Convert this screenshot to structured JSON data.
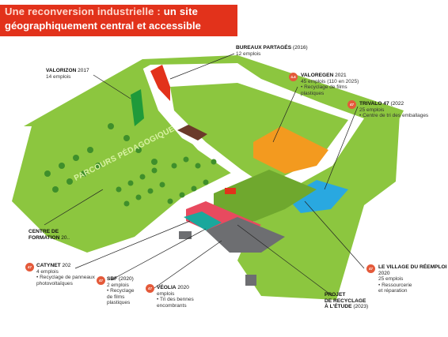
{
  "header": {
    "line1_prefix": "Une reconversion industrielle :",
    "line1_suffix": "un site",
    "line2": "géographiquement central et accessible"
  },
  "map": {
    "parcours_label": "PARCOURS PÉDAGOGIQUE"
  },
  "labels": {
    "valorizon": {
      "title": "VALORIZON",
      "year": "2017",
      "sub": "14 emplois"
    },
    "bureaux": {
      "title": "BUREAUX PARTAGÉS",
      "year": "(2016)",
      "sub": "12 emplois"
    },
    "valoregen": {
      "badge": "4.4",
      "title": "VALOREGEN",
      "year": "2021",
      "sub1": "45 emplois (110 en 2025)",
      "sub2": "• Recyclage de films",
      "sub3": "plastiques"
    },
    "trivalo": {
      "badge": "47",
      "title": "TRIVALO 47",
      "year": "(2022",
      "sub1": "25 emplois",
      "sub2": "• Centre de tri des emballages"
    },
    "formation": {
      "title1": "CENTRE DE",
      "title2": "FORMATION",
      "year": "20.."
    },
    "catynet": {
      "badge": "47",
      "title": "CATYNET",
      "year": "202",
      "sub1": "4 emplois",
      "sub2": "• Recyclage de panneaux",
      "sub3": "photovoltaïques"
    },
    "sbf": {
      "badge": "47",
      "title": "SBF",
      "year": "(2020)",
      "sub1": "2 emplois",
      "sub2": "• Recyclage",
      "sub3": "de films",
      "sub4": "plastiques"
    },
    "veolia": {
      "badge": "47",
      "title": "VÉOLIA",
      "year": "2020",
      "sub1": "emplois",
      "sub2": "• Tri des bennes",
      "sub3": "encombrants"
    },
    "projet": {
      "title1": "PROJET",
      "title2": "DE RECYCLAGE",
      "title3": "À L'ÉTUDE",
      "year": "(2023)"
    },
    "village": {
      "badge": "47",
      "title": "LE VILLAGE DU RÉEMPLOI",
      "year": "2020",
      "sub1": "25 emplois",
      "sub2": "• Ressourcerie",
      "sub3": "et réparation"
    }
  },
  "colors": {
    "banner": "#e2321b",
    "grass": "#8cc63f",
    "grass_dark": "#6fa82e",
    "orange": "#f39a1f",
    "blue": "#29a8e0",
    "pink": "#e84a5f",
    "teal": "#1aa79c",
    "gray": "#6d6e71"
  }
}
